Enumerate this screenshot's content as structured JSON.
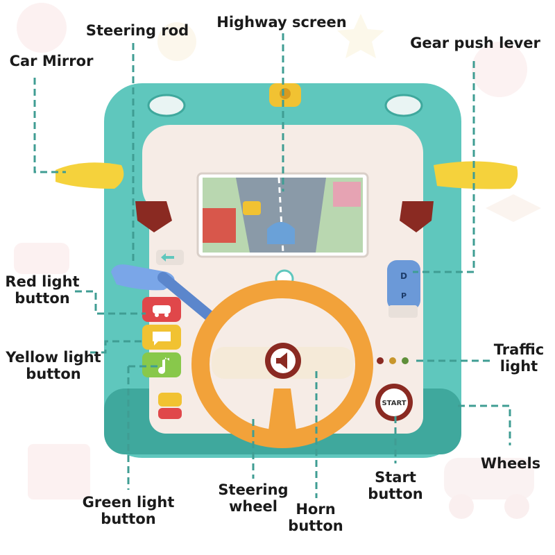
{
  "labels": {
    "steering_rod": "Steering rod",
    "highway_screen": "Highway screen",
    "gear_push_lever": "Gear push lever",
    "car_mirror": "Car Mirror",
    "red_light_button": [
      "Red light",
      "button"
    ],
    "yellow_light_button": [
      "Yellow light",
      "button"
    ],
    "traffic_light": [
      "Traffic",
      "light"
    ],
    "green_light_button": [
      "Green light",
      "button"
    ],
    "steering_wheel": [
      "Steering",
      "wheel"
    ],
    "horn_button": [
      "Horn",
      "button"
    ],
    "start_button_label": [
      "Start",
      "button"
    ],
    "wheels": "Wheels"
  },
  "toy_text": {
    "start_button": "START",
    "gear_d": "D",
    "gear_p": "P"
  },
  "colors": {
    "body_teal": "#5fc7bd",
    "body_teal_dark": "#3fa89d",
    "panel_cream": "#f6ece6",
    "wheel_orange": "#f2a23a",
    "mirror_yellow": "#f5d23c",
    "rod_blue": "#7aa6e8",
    "red_button": "#e0474a",
    "yellow_button": "#f1c232",
    "green_button": "#88c84b",
    "leader_line": "#3f9d93",
    "background_decor": "#f7e3e3"
  },
  "icons": [
    "red-car-icon",
    "speech-bubble-icon",
    "music-note-icon",
    "horn-icon",
    "arrow-swap-icon",
    "gear-shift-icon"
  ]
}
